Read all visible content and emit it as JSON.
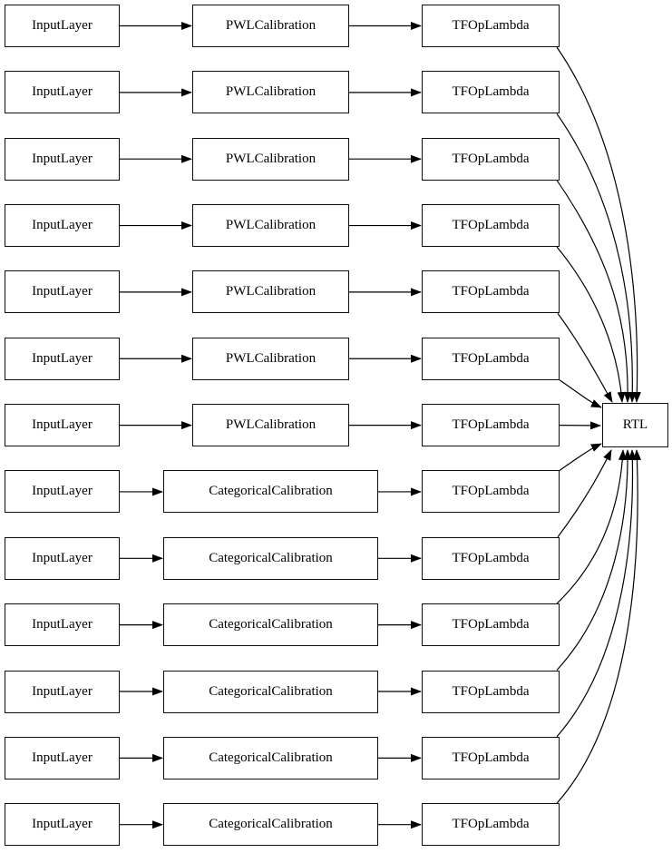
{
  "diagram": {
    "colors": {
      "background": "#ffffff",
      "node_fill": "#ffffff",
      "node_border": "#0d0d0d",
      "edge": "#000000",
      "text": "#000000"
    },
    "output_node": {
      "label": "RTL"
    },
    "rows": [
      {
        "input": "InputLayer",
        "calibration": "PWLCalibration",
        "op": "TFOpLambda"
      },
      {
        "input": "InputLayer",
        "calibration": "PWLCalibration",
        "op": "TFOpLambda"
      },
      {
        "input": "InputLayer",
        "calibration": "PWLCalibration",
        "op": "TFOpLambda"
      },
      {
        "input": "InputLayer",
        "calibration": "PWLCalibration",
        "op": "TFOpLambda"
      },
      {
        "input": "InputLayer",
        "calibration": "PWLCalibration",
        "op": "TFOpLambda"
      },
      {
        "input": "InputLayer",
        "calibration": "PWLCalibration",
        "op": "TFOpLambda"
      },
      {
        "input": "InputLayer",
        "calibration": "PWLCalibration",
        "op": "TFOpLambda"
      },
      {
        "input": "InputLayer",
        "calibration": "CategoricalCalibration",
        "op": "TFOpLambda"
      },
      {
        "input": "InputLayer",
        "calibration": "CategoricalCalibration",
        "op": "TFOpLambda"
      },
      {
        "input": "InputLayer",
        "calibration": "CategoricalCalibration",
        "op": "TFOpLambda"
      },
      {
        "input": "InputLayer",
        "calibration": "CategoricalCalibration",
        "op": "TFOpLambda"
      },
      {
        "input": "InputLayer",
        "calibration": "CategoricalCalibration",
        "op": "TFOpLambda"
      },
      {
        "input": "InputLayer",
        "calibration": "CategoricalCalibration",
        "op": "TFOpLambda"
      }
    ]
  }
}
